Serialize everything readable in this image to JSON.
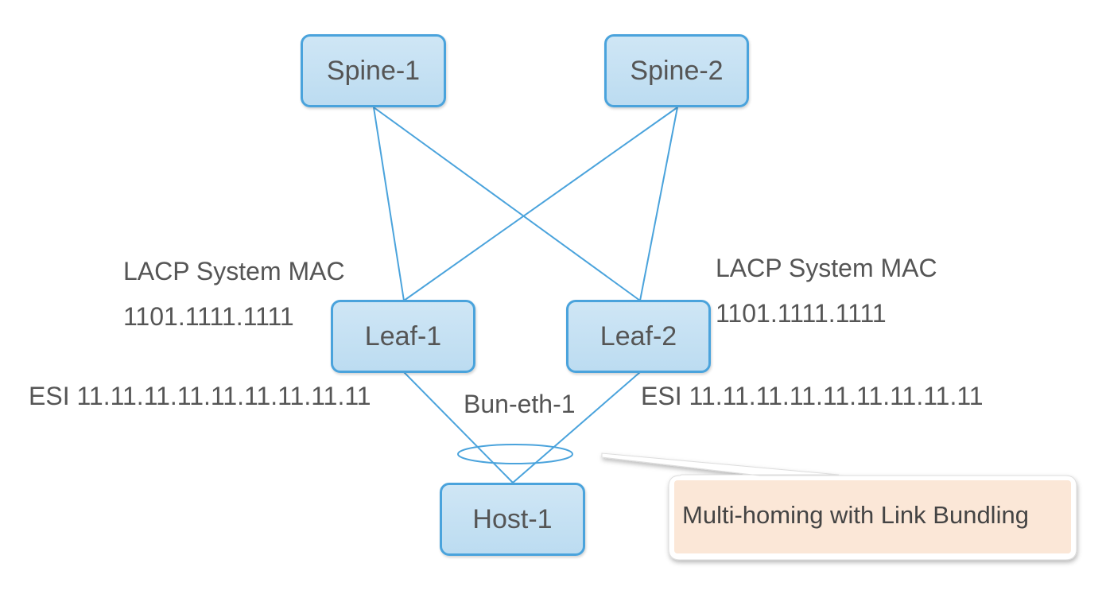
{
  "nodes": {
    "spine1": "Spine-1",
    "spine2": "Spine-2",
    "leaf1": "Leaf-1",
    "leaf2": "Leaf-2",
    "host1": "Host-1"
  },
  "leaf1_info": {
    "lacp_title": "LACP System MAC",
    "lacp_mac": "1101.1111.1111",
    "esi": "ESI 11.11.11.11.11.11.11.11.11"
  },
  "leaf2_info": {
    "lacp_title": "LACP System MAC",
    "lacp_mac": "1101.1111.1111",
    "esi": "ESI 11.11.11.11.11.11.11.11.11"
  },
  "bundle_label": "Bun-eth-1",
  "callout": "Multi-homing with Link Bundling",
  "colors": {
    "link": "#4aa3dc",
    "node_fill": "#c4e0f3",
    "node_border": "#4aa3dc",
    "callout_fill": "#fbe7d7",
    "text": "#555555"
  }
}
